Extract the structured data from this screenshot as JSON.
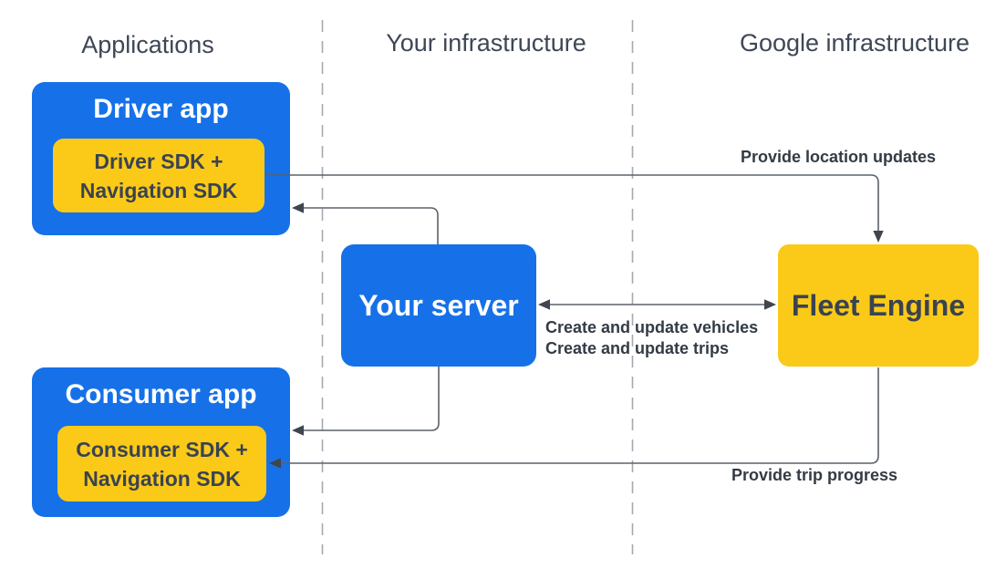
{
  "columns": [
    {
      "label": "Applications"
    },
    {
      "label": "Your infrastructure"
    },
    {
      "label": "Google infrastructure"
    }
  ],
  "nodes": {
    "driver_app": {
      "title": "Driver app"
    },
    "driver_sdk": {
      "line1": "Driver SDK +",
      "line2": "Navigation SDK"
    },
    "consumer_app": {
      "title": "Consumer app"
    },
    "consumer_sdk": {
      "line1": "Consumer SDK +",
      "line2": "Navigation SDK"
    },
    "your_server": {
      "title": "Your server"
    },
    "fleet_engine": {
      "title": "Fleet Engine"
    }
  },
  "connectors": {
    "location_updates": {
      "label": "Provide location updates"
    },
    "vehicles_trips": {
      "line1": "Create and update vehicles",
      "line2": "Create and update trips"
    },
    "trip_progress": {
      "label": "Provide trip progress"
    }
  },
  "colors": {
    "box_blue": "#1671e8",
    "box_yellow": "#fbca18",
    "title_on_blue": "#ffffff",
    "dark_text": "#3a4350",
    "header_text": "#3e4756",
    "connector_line": "#5b6269",
    "arrowhead": "#3f4650",
    "dashed_line": "#a5a9ad"
  }
}
